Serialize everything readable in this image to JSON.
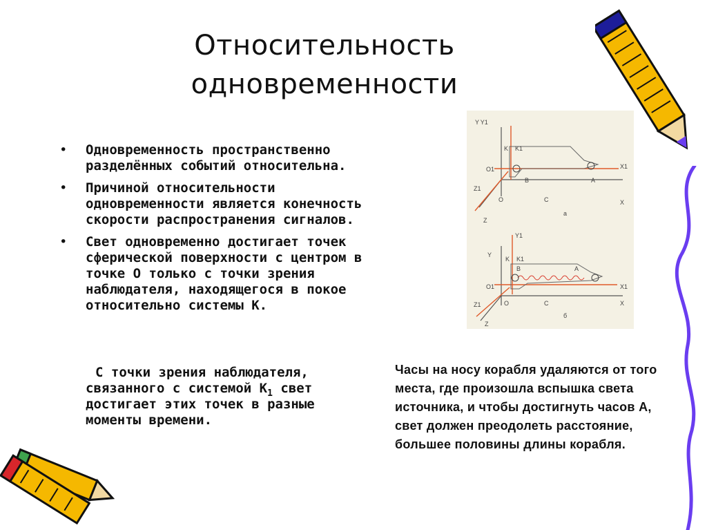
{
  "slide": {
    "title_line1": "Относительность",
    "title_line2": "одновременности"
  },
  "bullets": [
    {
      "marker": "•",
      "text": "Одновременность пространственно разделённых событий относительна."
    },
    {
      "marker": "•",
      "text": "Причиной относительности одновременности является конечность скорости распространения сигналов."
    },
    {
      "marker": "•",
      "text": "Свет одновременно достигает точек сферической поверхности с центром в точке О только с точки зрения наблюдателя, находящегося в покое относительно системы К."
    }
  ],
  "continuation": {
    "text_before": "С точки зрения наблюдателя, связанного с системой К",
    "subscript": "1",
    "text_after": " свет достигает этих точек в разные моменты времени."
  },
  "caption": "Часы на носу корабля удаляются от того места, где произошла вспышка света источника, и чтобы достигнуть часов А, свет должен преодолеть расстояние, большее половины длины корабля.",
  "figure": {
    "top_panel": {
      "axis_y": "Y Y1",
      "axis_x1": "X1",
      "axis_x": "X",
      "axis_z1": "Z1",
      "axis_z": "Z",
      "label_k": "K",
      "label_k1": "K1",
      "label_o1": "O1",
      "label_o": "O",
      "label_b": "B",
      "label_a": "A",
      "label_c": "C",
      "panel_letter": "а"
    },
    "bottom_panel": {
      "axis_y": "Y",
      "axis_y1": "Y1",
      "axis_x1": "X1",
      "axis_x": "X",
      "axis_z1": "Z1",
      "axis_z": "Z",
      "label_k": "K",
      "label_k1": "K1",
      "label_o1": "O1",
      "label_o": "O",
      "label_b": "B",
      "label_a": "A",
      "label_c": "C",
      "panel_letter": "б"
    }
  },
  "colors": {
    "background": "#ffffff",
    "text": "#111111",
    "figure_bg": "#f4f1e4",
    "arrow_red": "#e05a2a",
    "pencil_yellow": "#f5b800",
    "pencil_red": "#d8262b",
    "pencil_green": "#3fa34d",
    "wavy_line_purple": "#6a3df0"
  },
  "icons": [
    "pencil-icon",
    "pencil-icon",
    "pencil-icon",
    "wavy-line-decoration"
  ]
}
